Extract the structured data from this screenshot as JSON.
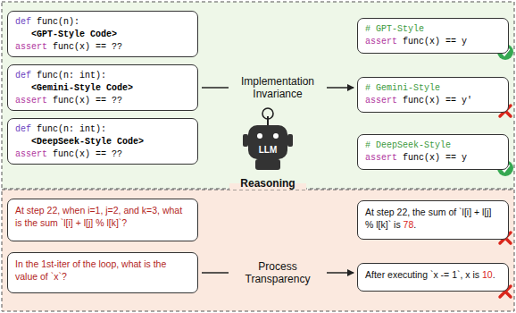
{
  "diagram": {
    "nodes": [
      {
        "text": [
          "def func(n):",
          "<GPT-Style Code>",
          "assert func(x) == ??"
        ]
      },
      {
        "text": [
          "def func(n: int):",
          "<Gemini-Style Code>",
          "assert func(x) == ??"
        ]
      },
      {
        "text": [
          "def func(n: int):",
          "<DeepSeek-Style Code>",
          "assert func(x) == ??"
        ]
      },
      {
        "text": [
          "# GPT-Style",
          "assert func(x) == y"
        ]
      },
      {
        "text": [
          "# Gemini-Style",
          "assert func(x) == y'"
        ]
      },
      {
        "text": [
          "# DeepSeek-Style",
          "assert func(x) == y"
        ]
      },
      {
        "text": [
          "At step 22, when i=1, j=2, and k=3, what is the sum `l[i] + l[j] % l[k]`?"
        ]
      },
      {
        "text": [
          "In the 1st-iter of the loop, what is the value of `x`?"
        ]
      },
      {
        "text": [
          "At step 22, the sum of `l[i] + l[j] % l[k]` is 78."
        ]
      },
      {
        "text": [
          "After executing `x -= 1`, x is 10."
        ]
      }
    ],
    "edges": [
      {
        "from": 1,
        "to": 4,
        "label": "Implementation Invariance",
        "arrow": "to"
      },
      {
        "from": 7,
        "to": 9,
        "label": "Process Transparency",
        "arrow": "to"
      }
    ],
    "labels": [
      "LLM",
      "Reasoning"
    ]
  }
}
